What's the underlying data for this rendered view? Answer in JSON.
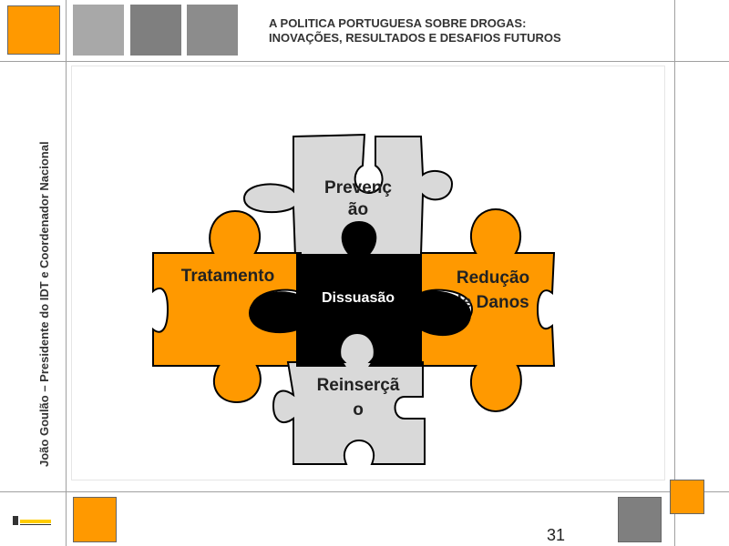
{
  "header": {
    "title_line1": "A POLITICA PORTUGUESA SOBRE DROGAS:",
    "title_line2": "INOVAÇÕES, RESULTADOS E DESAFIOS FUTUROS"
  },
  "sidebar": {
    "author": "João Goulão – Presidente do IDT e Coordenador Nacional"
  },
  "puzzle": {
    "pieces": [
      {
        "label_lines": [
          "Prevenç",
          "ão"
        ],
        "color": "#d9d9d9"
      },
      {
        "label_lines": [
          "Tratamento"
        ],
        "color": "#ff9900"
      },
      {
        "label_lines": [
          "Dissuasão"
        ],
        "color": "#000000"
      },
      {
        "label_lines": [
          "Redução",
          "de Danos"
        ],
        "color": "#ff9900"
      },
      {
        "label_lines": [
          "Reinserçã",
          "o"
        ],
        "color": "#d9d9d9"
      }
    ]
  },
  "footer": {
    "page_number": "31"
  },
  "colors": {
    "accent": "#ff9900",
    "grey": "#7f7f7f",
    "line": "#a0a0a0"
  }
}
